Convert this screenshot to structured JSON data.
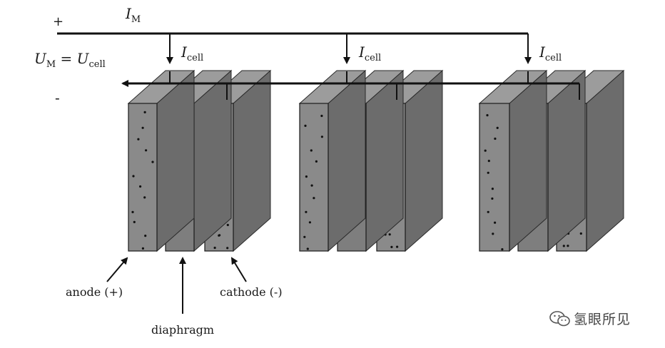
{
  "labels": {
    "plus": "+",
    "minus": "-",
    "i_m_main": "I",
    "i_m_sub": "M",
    "u_main_1": "U",
    "u_sub_1": "M",
    "u_eq": " = ",
    "u_main_2": "U",
    "u_sub_2": "cell",
    "i_cell_main": "I",
    "i_cell_sub": "cell",
    "anode": "anode (+)",
    "diaphragm": "diaphragm",
    "cathode": "cathode (-)"
  },
  "watermark": {
    "text": "氢眼所见",
    "icon": "wechat-icon"
  },
  "colors": {
    "electrode_front": "#8a8a8a",
    "diaphragm_front": "#7e7e7e",
    "side_face": "#6c6c6c",
    "top_face": "#9c9c9c",
    "line": "#111111"
  }
}
